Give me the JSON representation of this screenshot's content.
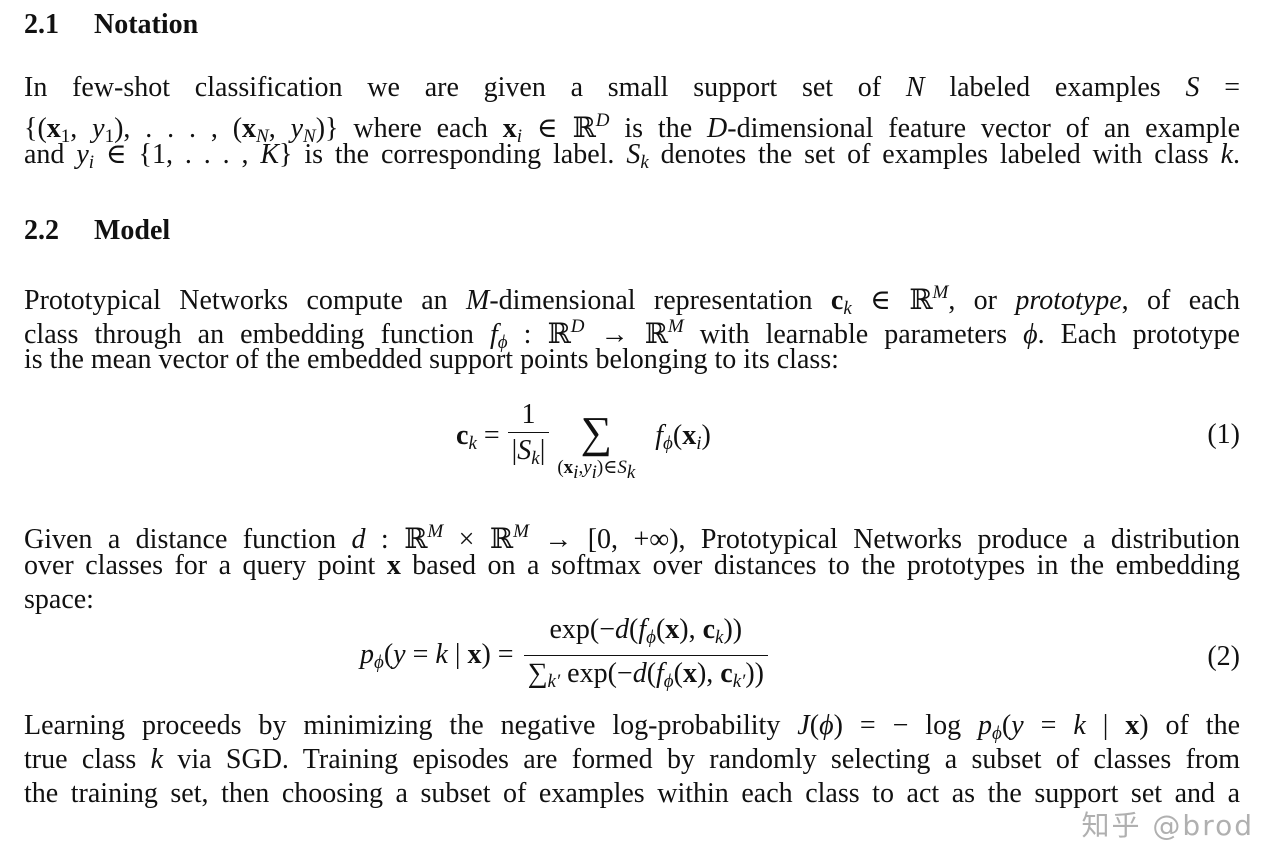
{
  "sections": [
    {
      "number": "2.1",
      "title": "Notation"
    },
    {
      "number": "2.2",
      "title": "Model"
    }
  ],
  "p1": [
    [
      [
        "In few-shot classification we are given a small support set of ",
        ""
      ],
      [
        "N",
        "i"
      ],
      [
        " labeled examples ",
        ""
      ],
      [
        "S",
        "i"
      ],
      [
        " =",
        ""
      ]
    ],
    [
      [
        "{(",
        ""
      ],
      [
        "x",
        "b"
      ],
      [
        "1",
        "subr"
      ],
      [
        ", ",
        ""
      ],
      [
        "y",
        "i"
      ],
      [
        "1",
        "subr"
      ],
      [
        "), . . . , (",
        ""
      ],
      [
        "x",
        "b"
      ],
      [
        "N",
        "sub"
      ],
      [
        ", ",
        ""
      ],
      [
        "y",
        "i"
      ],
      [
        "N",
        "sub"
      ],
      [
        ")} where each ",
        ""
      ],
      [
        "x",
        "b"
      ],
      [
        "i",
        "sub"
      ],
      [
        " ∈ ℝ",
        ""
      ],
      [
        "D",
        "sup"
      ],
      [
        " is the ",
        ""
      ],
      [
        "D",
        "i"
      ],
      [
        "-dimensional feature vector of an example",
        ""
      ]
    ],
    [
      [
        "and ",
        ""
      ],
      [
        "y",
        "i"
      ],
      [
        "i",
        "sub"
      ],
      [
        " ∈ {1, . . . , ",
        ""
      ],
      [
        "K",
        "i"
      ],
      [
        "} is the corresponding label. ",
        ""
      ],
      [
        "S",
        "i"
      ],
      [
        "k",
        "sub"
      ],
      [
        " denotes the set of examples labeled with class ",
        ""
      ],
      [
        "k",
        "i"
      ],
      [
        ".",
        ""
      ]
    ]
  ],
  "p2": [
    [
      [
        "Prototypical Networks compute an ",
        ""
      ],
      [
        "M",
        "i"
      ],
      [
        "-dimensional representation ",
        ""
      ],
      [
        "c",
        "b"
      ],
      [
        "k",
        "sub"
      ],
      [
        " ∈ ℝ",
        ""
      ],
      [
        "M",
        "sup"
      ],
      [
        ", or ",
        ""
      ],
      [
        "prototype",
        "i"
      ],
      [
        ", of each",
        ""
      ]
    ],
    [
      [
        "class through an embedding function ",
        ""
      ],
      [
        "f",
        "i"
      ],
      [
        "ϕ",
        "sub"
      ],
      [
        " : ℝ",
        ""
      ],
      [
        "D",
        "sup"
      ],
      [
        " → ℝ",
        ""
      ],
      [
        "M",
        "sup"
      ],
      [
        " with learnable parameters ",
        ""
      ],
      [
        "ϕ",
        "i"
      ],
      [
        ". Each prototype",
        ""
      ]
    ],
    [
      [
        "is the mean vector of the embedded support points belonging to its class:",
        ""
      ]
    ]
  ],
  "eq1": {
    "lhs": [
      [
        "c",
        "b"
      ],
      [
        "k",
        "sub"
      ],
      [
        " =",
        ""
      ]
    ],
    "num": [
      [
        "1",
        ""
      ]
    ],
    "den": [
      [
        "|",
        ""
      ],
      [
        "S",
        "i"
      ],
      [
        "k",
        "sub"
      ],
      [
        "|",
        ""
      ]
    ],
    "sum": "∑",
    "sum_sub": [
      [
        "(",
        ""
      ],
      [
        "x",
        "b"
      ],
      [
        "i",
        "sub"
      ],
      [
        ",",
        ""
      ],
      [
        "y",
        "i"
      ],
      [
        "i",
        "sub"
      ],
      [
        ")∈",
        ""
      ],
      [
        "S",
        "i"
      ],
      [
        "k",
        "sub"
      ]
    ],
    "rhs": [
      [
        "f",
        "i"
      ],
      [
        "ϕ",
        "sub"
      ],
      [
        "(",
        ""
      ],
      [
        "x",
        "b"
      ],
      [
        "i",
        "sub"
      ],
      [
        ")",
        ""
      ]
    ],
    "label": "(1)"
  },
  "p3": [
    [
      [
        "Given a distance function ",
        ""
      ],
      [
        "d",
        "i"
      ],
      [
        " : ℝ",
        ""
      ],
      [
        "M",
        "sup"
      ],
      [
        " × ℝ",
        ""
      ],
      [
        "M",
        "sup"
      ],
      [
        " → [0, +∞), Prototypical Networks produce a distribution",
        ""
      ]
    ],
    [
      [
        "over classes for a query point ",
        ""
      ],
      [
        "x",
        "b"
      ],
      [
        " based on a softmax over distances to the prototypes in the embedding",
        ""
      ]
    ],
    [
      [
        "space:",
        ""
      ]
    ]
  ],
  "eq2": {
    "lhs": [
      [
        "p",
        "i"
      ],
      [
        "ϕ",
        "sub"
      ],
      [
        "(",
        ""
      ],
      [
        "y",
        "i"
      ],
      [
        " = ",
        ""
      ],
      [
        "k",
        "i"
      ],
      [
        " | ",
        ""
      ],
      [
        "x",
        "b"
      ],
      [
        ") =",
        ""
      ]
    ],
    "num": [
      [
        "exp(−",
        ""
      ],
      [
        "d",
        "i"
      ],
      [
        "(",
        ""
      ],
      [
        "f",
        "i"
      ],
      [
        "ϕ",
        "sub"
      ],
      [
        "(",
        ""
      ],
      [
        "x",
        "b"
      ],
      [
        "), ",
        ""
      ],
      [
        "c",
        "b"
      ],
      [
        "k",
        "sub"
      ],
      [
        "))",
        ""
      ]
    ],
    "den": [
      [
        "∑",
        ""
      ],
      [
        "k′",
        "sub"
      ],
      [
        " exp(−",
        ""
      ],
      [
        "d",
        "i"
      ],
      [
        "(",
        ""
      ],
      [
        "f",
        "i"
      ],
      [
        "ϕ",
        "sub"
      ],
      [
        "(",
        ""
      ],
      [
        "x",
        "b"
      ],
      [
        "), ",
        ""
      ],
      [
        "c",
        "b"
      ],
      [
        "k′",
        "sub"
      ],
      [
        "))",
        ""
      ]
    ],
    "label": "(2)"
  },
  "p4": [
    [
      [
        "Learning proceeds by minimizing the negative log-probability ",
        ""
      ],
      [
        "J",
        "i"
      ],
      [
        "(",
        ""
      ],
      [
        "ϕ",
        "i"
      ],
      [
        ") = − log ",
        ""
      ],
      [
        "p",
        "i"
      ],
      [
        "ϕ",
        "sub"
      ],
      [
        "(",
        ""
      ],
      [
        "y",
        "i"
      ],
      [
        " = ",
        ""
      ],
      [
        "k",
        "i"
      ],
      [
        " | ",
        ""
      ],
      [
        "x",
        "b"
      ],
      [
        ") of the",
        ""
      ]
    ],
    [
      [
        "true class ",
        ""
      ],
      [
        "k",
        "i"
      ],
      [
        " via SGD. Training episodes are formed by randomly selecting a subset of classes from",
        ""
      ]
    ],
    [
      [
        "the training set, then choosing a subset of examples within each class to act as the support set and a",
        ""
      ]
    ]
  ],
  "watermark": "知乎 @brod"
}
